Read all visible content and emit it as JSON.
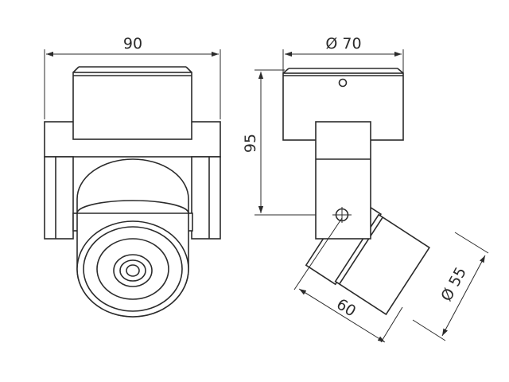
{
  "dimensions": {
    "front_width": "90",
    "side_diameter_top": "Ø 70",
    "side_height": "95",
    "arm_length": "60",
    "lamp_diameter": "Ø 55"
  },
  "colors": {
    "line": "#2b2b2b",
    "background": "#ffffff"
  }
}
